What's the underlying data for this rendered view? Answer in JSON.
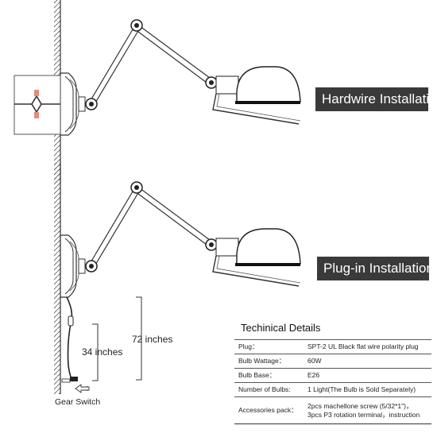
{
  "banners": {
    "hardwire": "Hardwire Installation",
    "plugin": "Plug-in Installation"
  },
  "dimensions": {
    "cord_length": "34 inches",
    "total_length": "72 inches"
  },
  "gear_switch_label": "Gear Switch",
  "details": {
    "title": "Techinical Details",
    "rows": [
      {
        "key": "Plug：",
        "value": "SPT-2 UL Black flat wire polarity plug"
      },
      {
        "key": "Bulb Wattage：",
        "value": "60W"
      },
      {
        "key": "Bulb Base：",
        "value": "E26"
      },
      {
        "key": "Number of Bulbs:",
        "value": "1 Light(The Bulb is Sold Separately)"
      },
      {
        "key": "Accessories pack：",
        "value": "2pcs machellone screw (5/32*1\")，",
        "value2": "3pcs P3 rotation terminal，instruction"
      }
    ]
  },
  "colors": {
    "banner_bg": "#3a3a3a",
    "banner_text": "#ffffff",
    "wire_accent": "#e8897a",
    "line": "#333333"
  }
}
